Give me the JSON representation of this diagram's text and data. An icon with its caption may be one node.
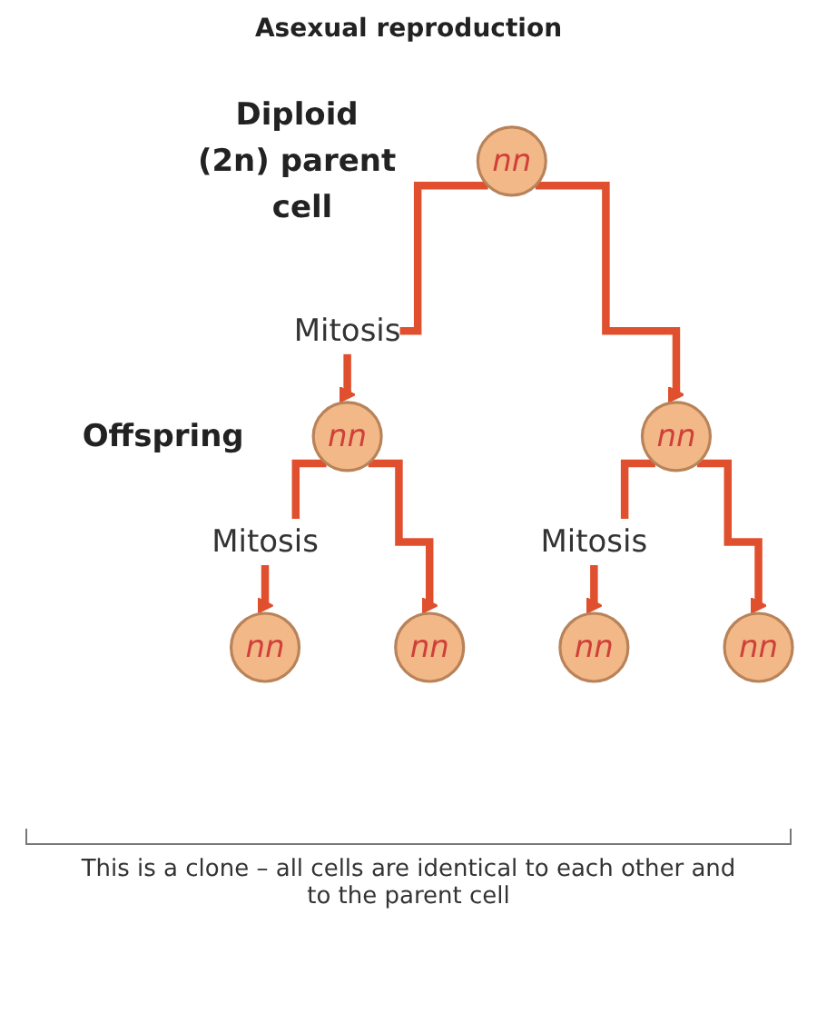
{
  "diagram": {
    "title": "Asexual reproduction",
    "caption": "This is a clone – all cells are identical to each other and to the parent cell",
    "nodes": [
      {
        "text": [
          "nn"
        ],
        "beside": [
          "Diploid (2n) parent cell"
        ]
      },
      {
        "text": [
          "nn"
        ],
        "beside": [
          "Offspring"
        ]
      },
      {
        "text": [
          "nn"
        ]
      },
      {
        "text": [
          "nn"
        ]
      },
      {
        "text": [
          "nn"
        ]
      },
      {
        "text": [
          "nn"
        ]
      },
      {
        "text": [
          "nn"
        ]
      }
    ],
    "edges": [
      {
        "from": 0,
        "to": 1,
        "arrow": "to",
        "label": "Mitosis"
      },
      {
        "from": 0,
        "to": 2,
        "arrow": "to"
      },
      {
        "from": 1,
        "to": 3,
        "arrow": "to",
        "label": "Mitosis"
      },
      {
        "from": 1,
        "to": 4,
        "arrow": "to"
      },
      {
        "from": 2,
        "to": 5,
        "arrow": "to",
        "label": "Mitosis"
      },
      {
        "from": 2,
        "to": 6,
        "arrow": "to"
      }
    ]
  }
}
